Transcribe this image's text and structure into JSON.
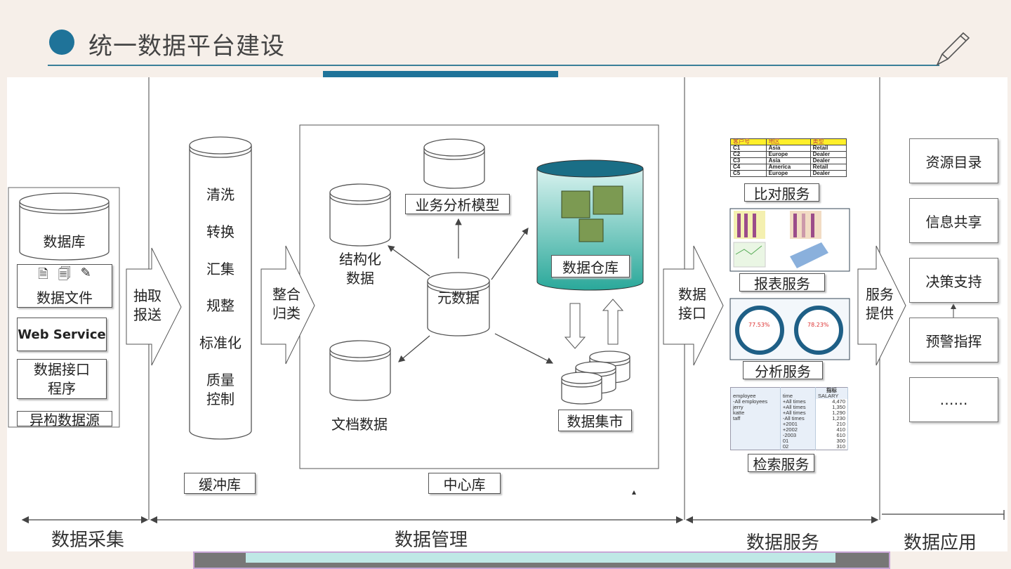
{
  "title": "统一数据平台建设",
  "colors": {
    "accent": "#1f7399",
    "background": "#f6efe9",
    "warehouse": "#2aa89a",
    "table_header": "#ffef2a"
  },
  "sources": {
    "database": "数据库",
    "data_file": "数据文件",
    "web_service": "Web Service",
    "interface_program": [
      "数据接口",
      "程序"
    ],
    "caption": "异构数据源"
  },
  "arrows": {
    "extract": [
      "抽取",
      "报送"
    ],
    "integrate": [
      "整合",
      "归类"
    ],
    "interface": [
      "数据",
      "接口"
    ],
    "provide": [
      "服务",
      "提供"
    ]
  },
  "buffer": {
    "steps": [
      "清洗",
      "转换",
      "汇集",
      "规整",
      "标准化",
      "质量",
      "控制"
    ],
    "caption": "缓冲库"
  },
  "center": {
    "structured": [
      "结构化",
      "数据"
    ],
    "model": "业务分析模型",
    "warehouse": "数据仓库",
    "metadata": "元数据",
    "documents": "文档数据",
    "mart": "数据集市",
    "caption": "中心库"
  },
  "services": {
    "compare": {
      "label": "比对服务",
      "table": [
        [
          "客户号",
          "地区",
          "类型"
        ],
        [
          "C1",
          "Asia",
          "Retail"
        ],
        [
          "C2",
          "Europe",
          "Dealer"
        ],
        [
          "C3",
          "Asia",
          "Dealer"
        ],
        [
          "C4",
          "America",
          "Retail"
        ],
        [
          "C5",
          "Europe",
          "Dealer"
        ]
      ]
    },
    "report": {
      "label": "报表服务"
    },
    "analysis": {
      "label": "分析服务",
      "gauges": [
        "77.53%",
        "78.23%"
      ]
    },
    "search": {
      "label": "检索服务",
      "header": [
        "employee",
        "time",
        "SALARY"
      ],
      "measure": "指标",
      "rows": [
        [
          "-All employees",
          "+All times",
          "4,470"
        ],
        [
          "jerry",
          "+All times",
          "1,350"
        ],
        [
          "katte",
          "+All times",
          "1,290"
        ],
        [
          "taff",
          "-All times",
          "1,230"
        ],
        [
          "",
          "+2001",
          "210"
        ],
        [
          "",
          "+2002",
          "410"
        ],
        [
          "",
          "-2003",
          "610"
        ],
        [
          "",
          "01",
          "300"
        ],
        [
          "",
          "02",
          "310"
        ]
      ]
    }
  },
  "applications": [
    "资源目录",
    "信息共享",
    "决策支持",
    "预警指挥",
    "……"
  ],
  "phases": [
    "数据采集",
    "数据管理",
    "数据服务",
    "数据应用"
  ]
}
